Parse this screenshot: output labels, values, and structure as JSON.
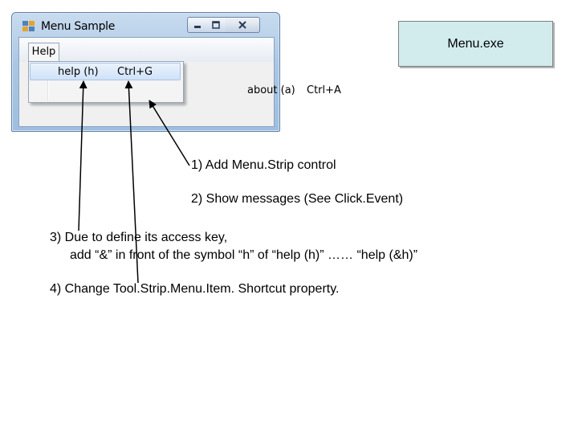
{
  "window": {
    "title": "Menu Sample",
    "menubar": {
      "help_label": "Help",
      "items": [
        {
          "label": "help (h)",
          "shortcut": "Ctrl+G",
          "highlighted": true
        },
        {
          "label": "about (a)",
          "shortcut": "Ctrl+A",
          "highlighted": false
        }
      ]
    }
  },
  "callout": {
    "text": "Menu.exe"
  },
  "notes": {
    "step1": "1) Add Menu.Strip control",
    "step2": "2) Show messages (See Click.Event)",
    "step3_line1": "3) Due to define its access key,",
    "step3_line2": "add  “&” in front of the symbol “h” of “help (h)”  …… “help (&h)”",
    "step4": "4) Change Tool.Strip.Menu.Item. Shortcut property."
  },
  "colors": {
    "callout_fill": "#d2ecee",
    "highlight": "#cfe2f8",
    "window_frame": "#aac6e4"
  },
  "icons": [
    "app-icon",
    "minimize-icon",
    "maximize-icon",
    "close-icon"
  ]
}
